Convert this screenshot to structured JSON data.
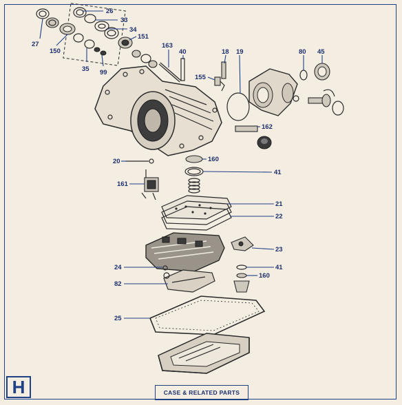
{
  "section_letter": "H",
  "title": "CASE & RELATED PARTS",
  "callouts": {
    "c26": "26",
    "c27": "27",
    "c150": "150",
    "c33": "33",
    "c34": "34",
    "c151": "151",
    "c35": "35",
    "c99": "99",
    "c163": "163",
    "c40": "40",
    "c18": "18",
    "c19": "19",
    "c80": "80",
    "c45": "45",
    "c155": "155",
    "c162": "162",
    "c20": "20",
    "c160a": "160",
    "c41a": "41",
    "c161": "161",
    "c21": "21",
    "c22": "22",
    "c23": "23",
    "c24": "24",
    "c41b": "41",
    "c82": "82",
    "c160b": "160",
    "c25": "25"
  }
}
